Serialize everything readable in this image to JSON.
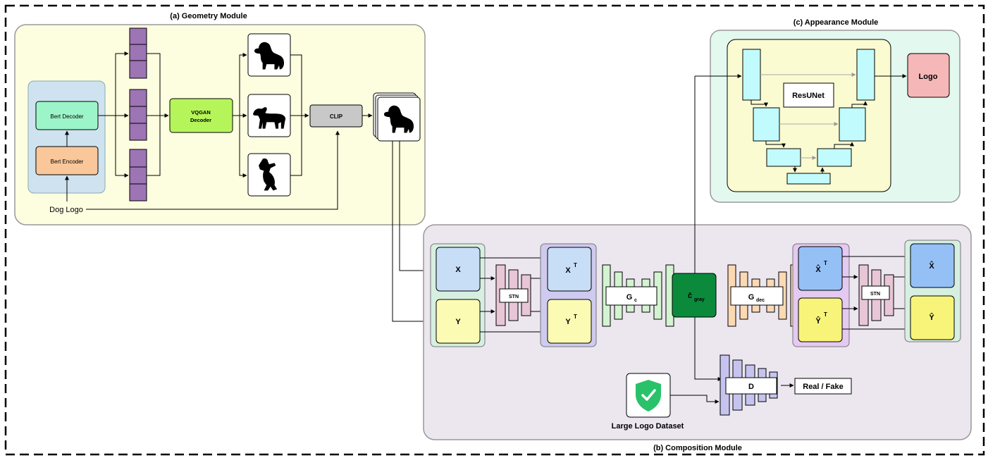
{
  "modules": {
    "geometry": {
      "title": "(a) Geometry Module"
    },
    "appearance": {
      "title": "(c) Appearance Module"
    },
    "composition": {
      "title": "(b) Composition Module"
    }
  },
  "geometry": {
    "bert_decoder": "Bert Decoder",
    "bert_encoder": "Bert Encoder",
    "input_label": "Dog Logo",
    "vqgan_line1": "VQGAN",
    "vqgan_line2": "Decoder",
    "clip": "CLIP"
  },
  "appearance": {
    "resunet": "ResUNet",
    "output": "Logo"
  },
  "composition": {
    "x": "X",
    "y": "Y",
    "stn_left": "STN",
    "xt": "X",
    "xt_sup": "T",
    "yt": "Y",
    "yt_sup": "T",
    "gc": "G",
    "gc_sub": "c",
    "cgray": "ĉ",
    "cgray_sub": "gray",
    "gdec": "G",
    "gdec_sub": "dec",
    "xhat_t": "X̂",
    "xhat_t_sup": "T",
    "yhat_t": "Ŷ",
    "yhat_t_sup": "T",
    "stn_right": "STN",
    "xhat": "X̂",
    "yhat": "Ŷ",
    "disc": "D",
    "real_fake": "Real / Fake",
    "dataset": "Large Logo Dataset"
  },
  "colors": {
    "geometry_bg": "#fdfde0",
    "appearance_bg": "#e3f8ee",
    "appearance_inner": "#fbfbd2",
    "composition_bg": "#ece6ef",
    "token": "#9d74b4",
    "bert_decoder": "#9cf5c9",
    "bert_encoder": "#f9c799",
    "vqgan": "#b5f55a",
    "clip": "#c8c8c8",
    "cyan_block": "#c2fbfd",
    "x_box": "#c8ddf6",
    "y_box": "#fbfbb3",
    "xhat_box": "#94c0f6",
    "yhat_box": "#f8f47a",
    "cgray": "#0b8a3c",
    "logo": "#f5b7b7",
    "disc": "#c6c4ef",
    "shield": "#29c26a"
  }
}
